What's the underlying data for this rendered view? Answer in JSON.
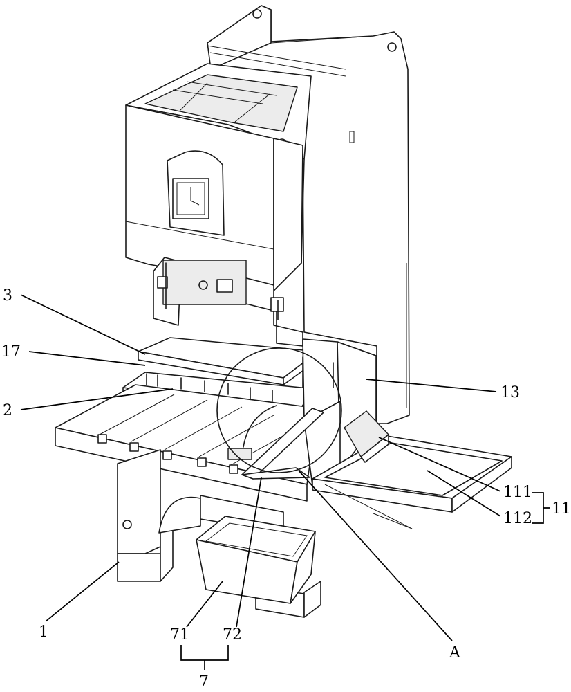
{
  "labels": {
    "l1": "1",
    "l2": "2",
    "l3": "3",
    "l7": "7",
    "l11": "11",
    "l13": "13",
    "l17": "17",
    "l71": "71",
    "l72": "72",
    "l111": "111",
    "l112": "112",
    "lA": "A"
  }
}
